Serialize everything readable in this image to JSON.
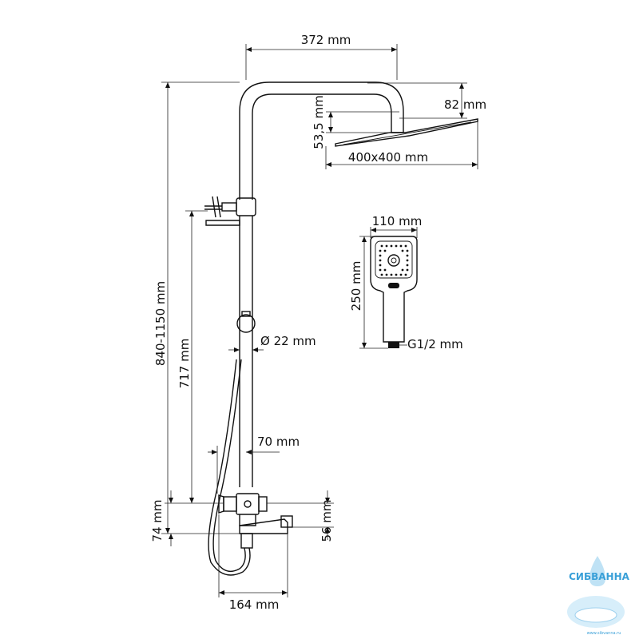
{
  "dimensions": {
    "arm_length": "372 mm",
    "head_height": "82 mm",
    "head_thickness": "53,5 mm",
    "head_size": "400x400 mm",
    "hand_width": "110 mm",
    "hand_length": "250 mm",
    "hand_thread": "G1/2 mm",
    "pipe_diameter": "Ø 22 mm",
    "total_height": "840-1150 mm",
    "holder_height": "717 mm",
    "offset": "70 mm",
    "mixer_height": "74 mm",
    "spout_height": "56 mm",
    "spout_length": "164 mm"
  },
  "watermark": {
    "brand": "СИБВАННА",
    "site": "www.sibvanna.ru"
  }
}
